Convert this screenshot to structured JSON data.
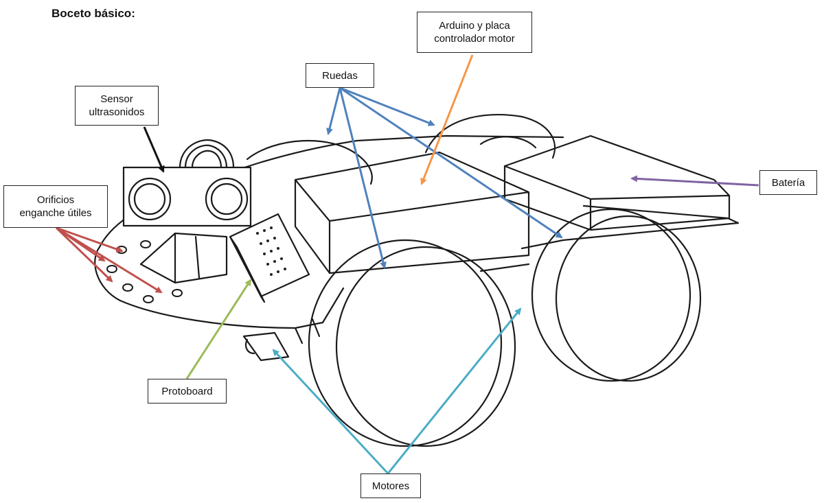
{
  "title": "Boceto básico:",
  "labels": {
    "sensor": "Sensor\nultrasonidos",
    "orificios": "Orificios\nenganche útiles",
    "ruedas": "Ruedas",
    "arduino": "Arduino y placa\ncontrolador motor",
    "bateria": "Batería",
    "protoboard": "Protoboard",
    "motores": "Motores"
  },
  "colors": {
    "sensor_arrow": "#111111",
    "orificios_arrow": "#c0504d",
    "ruedas_arrow": "#4f81bd",
    "arduino_arrow": "#f79646",
    "bateria_arrow": "#8064a2",
    "protoboard_arrow": "#9bbb59",
    "motores_arrow": "#4bacc6"
  }
}
